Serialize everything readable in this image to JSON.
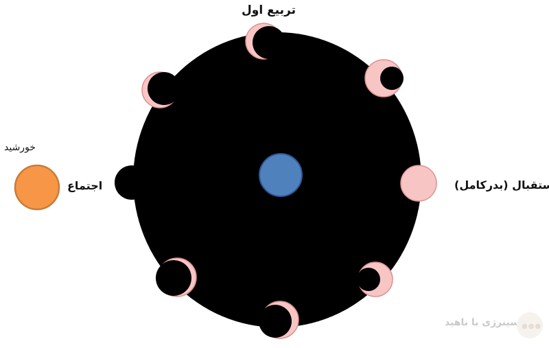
{
  "labels": {
    "first_quarter": "تربیع اول",
    "full_moon": "استقبال (بدرکامل)",
    "new_moon": "اجتماع",
    "sun": "خورشید"
  },
  "watermark": {
    "text": "سینرژی با ناهید"
  },
  "colors": {
    "orbit": "#000000",
    "earth": "#4f81bd",
    "earth_stroke": "#2f5597",
    "sun": "#f79646",
    "sun_stroke": "#c77c3a",
    "moon_lit": "#f8c5c5",
    "moon_stroke": "#d9928f",
    "moon_dark": "#000000"
  }
}
